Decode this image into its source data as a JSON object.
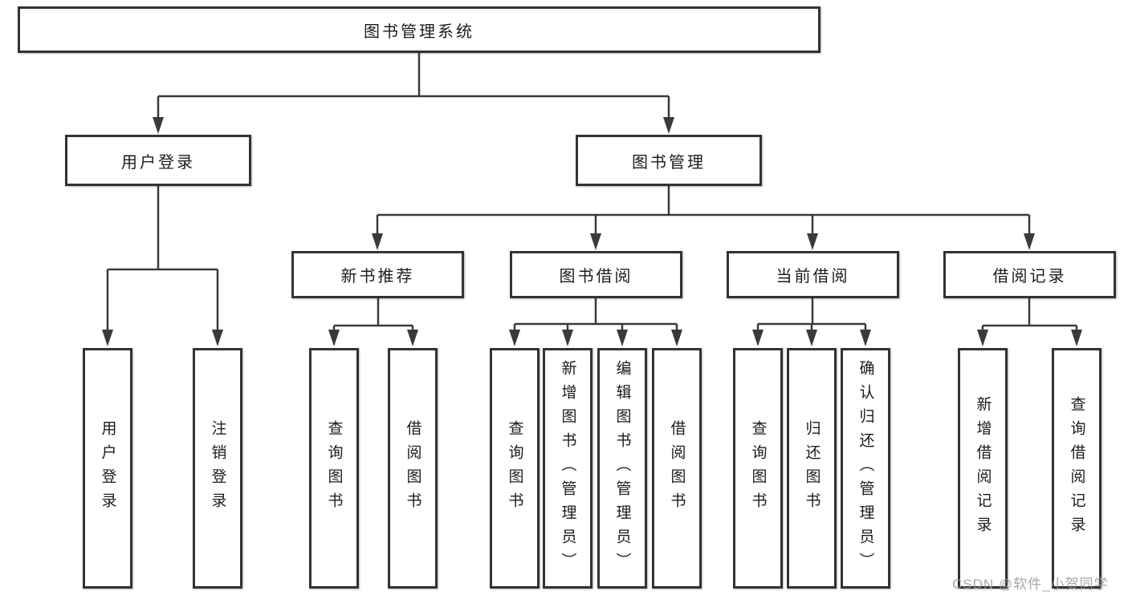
{
  "diagram": {
    "root": {
      "label": "图书管理系统"
    },
    "branches": [
      {
        "label": "用户登录",
        "children": [
          {
            "label": "用户登录"
          },
          {
            "label": "注销登录"
          }
        ]
      },
      {
        "label": "图书管理",
        "children": [
          {
            "label": "新书推荐",
            "children": [
              {
                "label": "查询图书"
              },
              {
                "label": "借阅图书"
              }
            ]
          },
          {
            "label": "图书借阅",
            "children": [
              {
                "label": "查询图书"
              },
              {
                "label": "新增图书（管理员）"
              },
              {
                "label": "编辑图书（管理员）"
              },
              {
                "label": "借阅图书"
              }
            ]
          },
          {
            "label": "当前借阅",
            "children": [
              {
                "label": "查询图书"
              },
              {
                "label": "归还图书"
              },
              {
                "label": "确认归还（管理员）"
              }
            ]
          },
          {
            "label": "借阅记录",
            "children": [
              {
                "label": "新增借阅记录"
              },
              {
                "label": "查询借阅记录"
              }
            ]
          }
        ]
      }
    ]
  },
  "watermark": {
    "text": "CSDN @软件_小贺同学"
  },
  "colors": {
    "line": "#3a3a3a",
    "border": "#333333",
    "watermark": "#999999"
  }
}
